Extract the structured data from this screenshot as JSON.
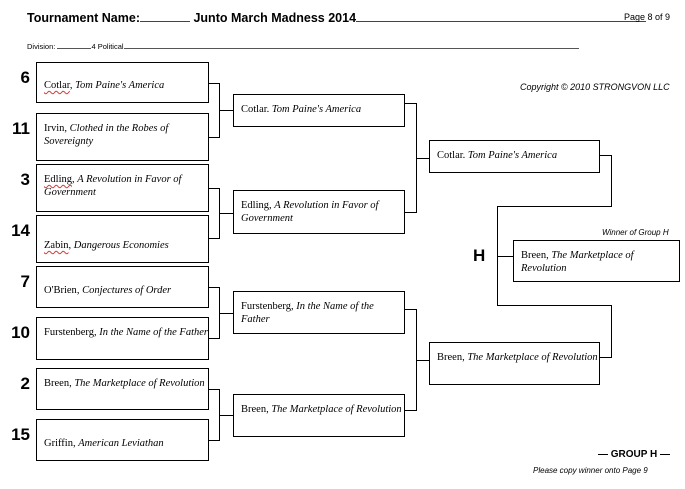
{
  "header": {
    "tournament_label": "Tournament Name:",
    "tournament_name": "Junto March Madness 2014",
    "division_label": "Division:",
    "division_value": "4 Political",
    "page": "Page 8 of 9",
    "copyright": "Copyright © 2010 STRONGVON LLC"
  },
  "round1": [
    {
      "seed": "6",
      "author": "Cotlar",
      "title": "Tom Paine's America",
      "spell": true
    },
    {
      "seed": "11",
      "author": "Irvin",
      "title": "Clothed in the Robes of Sovereignty",
      "spell": false
    },
    {
      "seed": "3",
      "author": "Edling",
      "title": "A Revolution in Favor of Government",
      "spell": true
    },
    {
      "seed": "14",
      "author": "Zabin",
      "title": "Dangerous Economies",
      "spell": true
    },
    {
      "seed": "7",
      "author": "O'Brien",
      "title": "Conjectures of Order",
      "spell": false
    },
    {
      "seed": "10",
      "author": "Furstenberg",
      "title": "In the Name of the Father",
      "spell": false
    },
    {
      "seed": "2",
      "author": "Breen",
      "title": "The Marketplace of Revolution",
      "spell": false
    },
    {
      "seed": "15",
      "author": "Griffin",
      "title": "American Leviathan",
      "spell": false
    }
  ],
  "round2": [
    {
      "author": "Cotlar",
      "sep": ".",
      "title": "Tom Paine's America"
    },
    {
      "author": "Edling",
      "sep": ",",
      "title": "A Revolution in Favor of Government"
    },
    {
      "author": "Furstenberg",
      "sep": ",",
      "title": "In the Name of the Father"
    },
    {
      "author": "Breen",
      "sep": ",",
      "title": "The Marketplace of Revolution"
    }
  ],
  "round3": [
    {
      "author": "Cotlar",
      "sep": ".",
      "title": "Tom Paine's America"
    },
    {
      "author": "Breen",
      "sep": ",",
      "title": "The Marketplace of Revolution"
    }
  ],
  "winner": {
    "label": "Winner of Group H",
    "letter": "H",
    "author": "Breen",
    "sep": ",",
    "title": "The Marketplace of Revolution"
  },
  "footer": {
    "group": "— GROUP H —",
    "note": "Please copy winner onto Page 9"
  }
}
